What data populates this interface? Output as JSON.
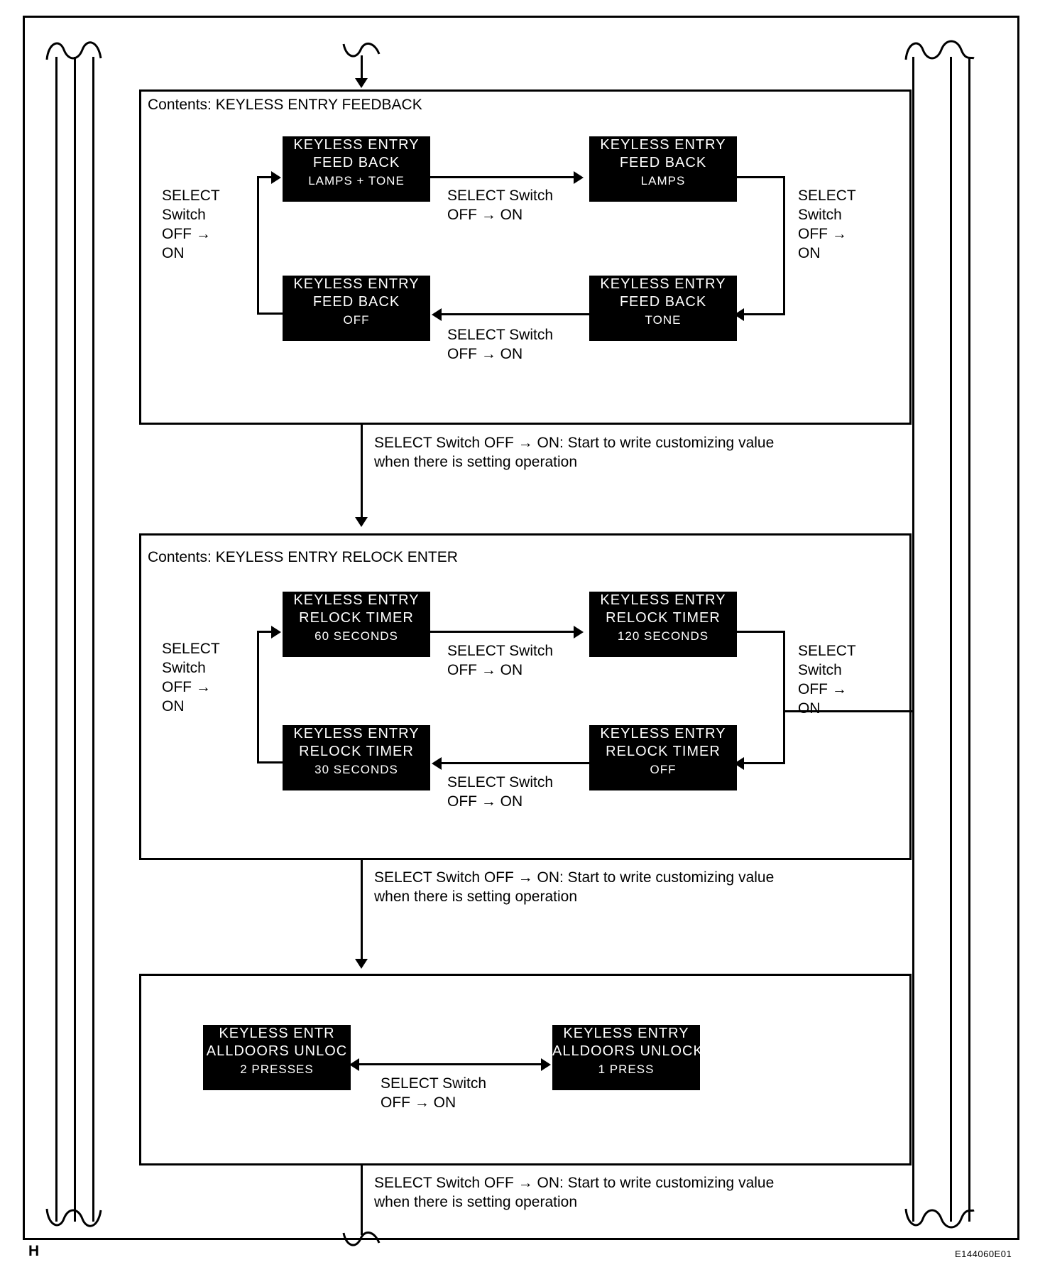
{
  "figure": {
    "id_label": "E144060E01",
    "page_letter": "H"
  },
  "sections": [
    {
      "title": "Contents: KEYLESS ENTRY FEEDBACK",
      "left_label": "SELECT\nSwitch\nOFF →\nON",
      "right_label": "SELECT\nSwitch\nOFF →\nON",
      "top_transition": "SELECT Switch\nOFF → ON",
      "bottom_transition": "SELECT Switch\nOFF → ON",
      "displays": [
        {
          "line1": "KEYLESS ENTRY",
          "line2": "FEED  BACK",
          "line3": "LAMPS   + TONE"
        },
        {
          "line1": "KEYLESS ENTRY",
          "line2": "FEED  BACK",
          "line3": "LAMPS"
        },
        {
          "line1": "KEYLESS ENTRY",
          "line2": "FEED  BACK",
          "line3": "TONE"
        },
        {
          "line1": "KEYLESS ENTRY",
          "line2": "FEED  BACK",
          "line3": "OFF"
        }
      ],
      "note": "SELECT Switch OFF → ON: Start to write customizing value\nwhen there is setting operation"
    },
    {
      "title": "Contents: KEYLESS ENTRY RELOCK ENTER",
      "left_label": "SELECT\nSwitch\nOFF →\nON",
      "right_label": "SELECT\nSwitch\nOFF →\nON",
      "top_transition": "SELECT Switch\nOFF → ON",
      "bottom_transition": "SELECT Switch\nOFF → ON",
      "displays": [
        {
          "line1": "KEYLESS ENTRY",
          "line2": "RELOCK TIMER",
          "line3": "60  SECONDS"
        },
        {
          "line1": "KEYLESS ENTRY",
          "line2": "RELOCK TIMER",
          "line3": "120  SECONDS"
        },
        {
          "line1": "KEYLESS ENTRY",
          "line2": "RELOCK TIMER",
          "line3": "OFF"
        },
        {
          "line1": "KEYLESS ENTRY",
          "line2": "RELOCK TIMER",
          "line3": "30  SECONDS"
        }
      ],
      "note": "SELECT Switch OFF → ON: Start to write customizing value\nwhen there is setting operation"
    },
    {
      "title": "",
      "transition": "SELECT Switch\nOFF → ON",
      "displays": [
        {
          "line1": "KEYLESS ENTR",
          "line2": "ALLDOORS UNLOC",
          "line3": "2  PRESSES"
        },
        {
          "line1": "KEYLESS ENTRY",
          "line2": "ALLDOORS UNLOCK",
          "line3": "1  PRESS"
        }
      ],
      "note": "SELECT Switch OFF → ON: Start to write customizing value\nwhen there is setting operation"
    }
  ]
}
